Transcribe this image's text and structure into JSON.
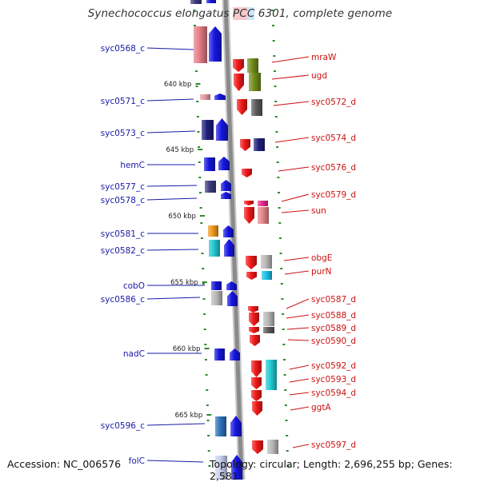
{
  "title": {
    "prefix": "Synechococcus elongatus ",
    "hl1": "PC",
    "hl2": "C",
    "suffix": " 6301, complete genome"
  },
  "footer": {
    "accession": "Accession: NC_006576",
    "stats": "Topology: circular; Length: 2,696,255 bp; Genes: 2,581"
  },
  "colors": {
    "backbone": "#8a8a8a",
    "tick": "#2e8b2e",
    "left_label": "#1a1aa8",
    "right_label": "#cc1111",
    "scale_text": "#222222"
  },
  "scale_marks": [
    "640 kbp",
    "645 kbp",
    "650 kbp",
    "655 kbp",
    "660 kbp",
    "665 kbp"
  ],
  "left_genes": [
    "syc0568_c",
    "syc0571_c",
    "syc0573_c",
    "hemC",
    "syc0577_c",
    "syc0578_c",
    "syc0581_c",
    "syc0582_c",
    "cobO",
    "syc0586_c",
    "nadC",
    "syc0596_c",
    "folC"
  ],
  "right_genes": [
    "mraW",
    "ugd",
    "syc0572_d",
    "syc0574_d",
    "syc0576_d",
    "syc0579_d",
    "sun",
    "obgE",
    "purN",
    "syc0587_d",
    "syc0588_d",
    "syc0589_d",
    "syc0590_d",
    "syc0592_d",
    "syc0593_d",
    "syc0594_d",
    "ggtA",
    "syc0597_d"
  ]
}
